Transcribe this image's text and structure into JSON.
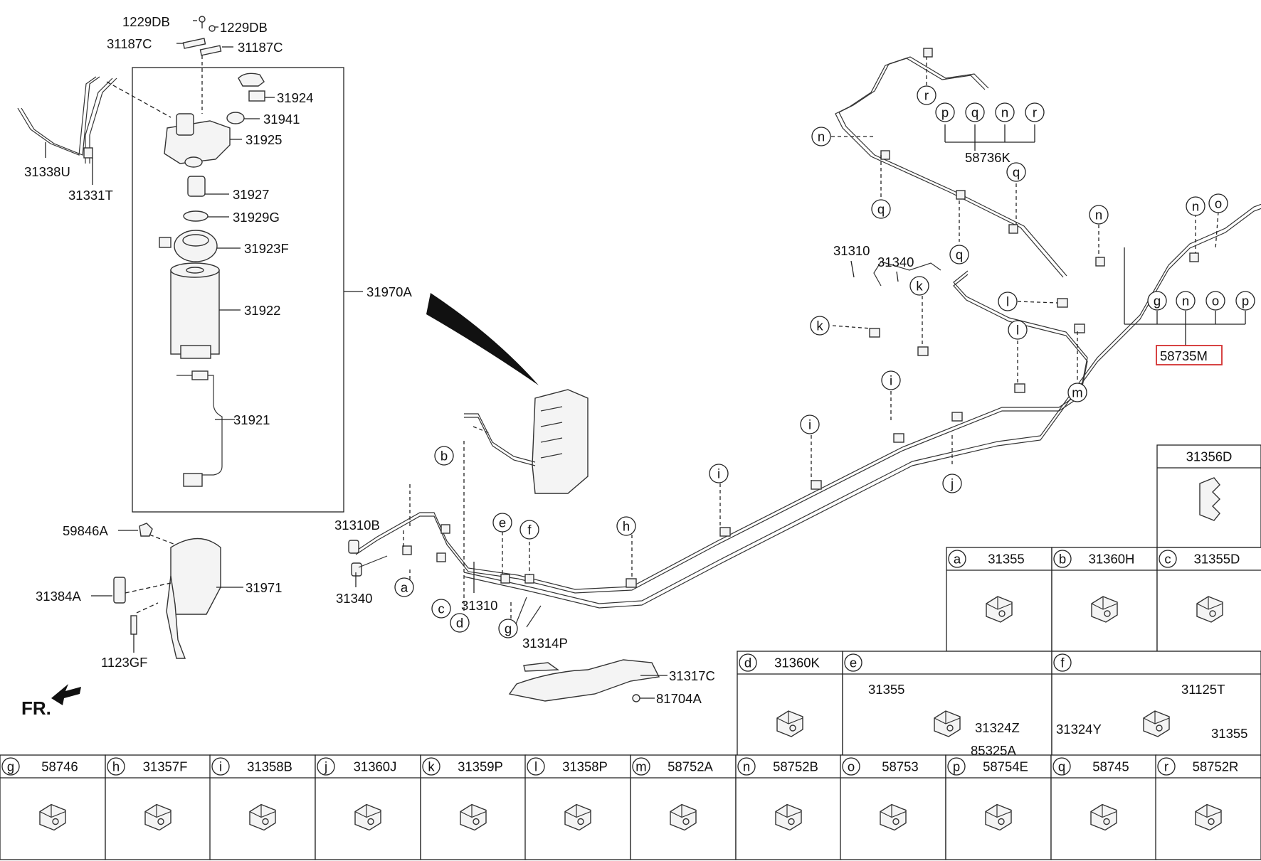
{
  "colors": {
    "line": "#222222",
    "highlight": "#d32f2f",
    "background": "#ffffff"
  },
  "filter_group": {
    "assembly_label": "31970A",
    "parts": [
      "1229DB",
      "1229DB",
      "31187C",
      "31187C",
      "31924",
      "31941",
      "31925",
      "31927",
      "31929G",
      "31923F",
      "31922",
      "31921"
    ]
  },
  "left_lines": [
    "31338U",
    "31331T"
  ],
  "bracket_group": [
    "59846A",
    "31384A",
    "31971",
    "1123GF"
  ],
  "front_marker": "FR.",
  "main_labels": {
    "hose_front_top": "31310B",
    "hose_front_bottom": "31340",
    "line_front": "31310",
    "line_rear": "31310",
    "connector_rear": "31340",
    "shield_upper": "31314P",
    "shield": "31317C",
    "clip_nut": "81704A",
    "clip_set_top": "58736K",
    "clip_set_right": "58735M"
  },
  "clip_set_top_letters": [
    "p",
    "q",
    "n",
    "r"
  ],
  "clip_set_right_letters": [
    "g",
    "n",
    "o",
    "p"
  ],
  "callouts": [
    "a",
    "b",
    "c",
    "d",
    "e",
    "f",
    "g",
    "h",
    "i",
    "i",
    "i",
    "j",
    "k",
    "k",
    "l",
    "l",
    "m",
    "n",
    "n",
    "n",
    "o",
    "q",
    "q",
    "q",
    "r"
  ],
  "legend_top": {
    "part": "31356D"
  },
  "legend_row1": [
    {
      "letter": "a",
      "part": "31355"
    },
    {
      "letter": "b",
      "part": "31360H"
    },
    {
      "letter": "c",
      "part": "31355D"
    }
  ],
  "legend_row2": [
    {
      "letter": "d",
      "part": "31360K"
    },
    {
      "letter": "e",
      "part": "",
      "sub": [
        "31355",
        "31324Z",
        "85325A"
      ]
    },
    {
      "letter": "f",
      "part": "",
      "sub": [
        "31125T",
        "31324Y",
        "31355"
      ]
    }
  ],
  "legend_bottom": [
    {
      "letter": "g",
      "part": "58746"
    },
    {
      "letter": "h",
      "part": "31357F"
    },
    {
      "letter": "i",
      "part": "31358B"
    },
    {
      "letter": "j",
      "part": "31360J"
    },
    {
      "letter": "k",
      "part": "31359P"
    },
    {
      "letter": "l",
      "part": "31358P"
    },
    {
      "letter": "m",
      "part": "58752A"
    },
    {
      "letter": "n",
      "part": "58752B"
    },
    {
      "letter": "o",
      "part": "58753"
    },
    {
      "letter": "p",
      "part": "58754E"
    },
    {
      "letter": "q",
      "part": "58745"
    },
    {
      "letter": "r",
      "part": "58752R"
    }
  ]
}
